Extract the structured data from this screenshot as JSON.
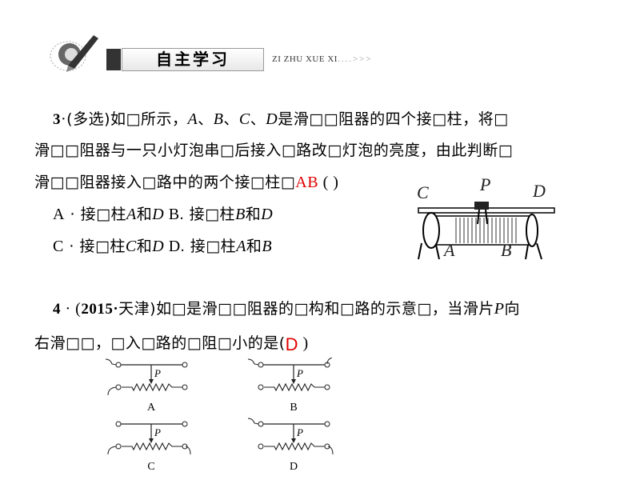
{
  "header": {
    "title": "自主学习",
    "subtitle": "ZI ZHU XUE XI",
    "trail": "....>>>"
  },
  "q3": {
    "lines": [
      [
        {
          "t": "3",
          "b": 1
        },
        {
          "t": "·",
          "l": 1
        },
        {
          "t": "(多选)如□所示，",
          "l": 0
        },
        {
          "t": "A",
          "i": 1
        },
        {
          "t": "、"
        },
        {
          "t": "B",
          "i": 1
        },
        {
          "t": "、"
        },
        {
          "t": "C",
          "i": 1
        },
        {
          "t": "、"
        },
        {
          "t": "D",
          "i": 1
        },
        {
          "t": "是滑□□阻器的四个接□柱，将□"
        }
      ],
      [
        {
          "t": "滑□□阻器与一只小灯泡串□后接入□路改□灯泡的亮度，由此判断□"
        }
      ],
      [
        {
          "t": "滑□□阻器接入□路中的两个接□柱□"
        },
        {
          "t": "AB",
          "r": 1
        },
        {
          "t": " (         )",
          "l": 1
        }
      ]
    ],
    "options": [
      [
        {
          "t": "A",
          "l": 1
        },
        {
          "t": " · 接□柱",
          "l": 0
        },
        {
          "t": "A",
          "i": 1
        },
        {
          "t": "和"
        },
        {
          "t": "D",
          "i": 1
        },
        {
          "t": "  B.",
          "l": 1
        },
        {
          "t": "  接□柱"
        },
        {
          "t": "B",
          "i": 1
        },
        {
          "t": "和"
        },
        {
          "t": "D",
          "i": 1
        }
      ],
      [
        {
          "t": "C",
          "l": 1
        },
        {
          "t": " · 接□柱"
        },
        {
          "t": "C",
          "i": 1
        },
        {
          "t": "和"
        },
        {
          "t": "D",
          "i": 1
        },
        {
          "t": "  D.",
          "l": 1
        },
        {
          "t": "  接□柱"
        },
        {
          "t": "A",
          "i": 1
        },
        {
          "t": "和"
        },
        {
          "t": "B",
          "i": 1
        }
      ]
    ],
    "figure_labels": {
      "c": "C",
      "p": "P",
      "d": "D",
      "a": "A",
      "b": "B"
    }
  },
  "q4": {
    "lines": [
      [
        {
          "t": "4",
          "b": 1
        },
        {
          "t": " · (",
          "l": 1
        },
        {
          "t": "2015·",
          "b": 1
        },
        {
          "t": "天津)如□是滑□□阻器的□构和□路的示意□，当滑片"
        },
        {
          "t": "P",
          "i": 1
        },
        {
          "t": "向"
        }
      ],
      [
        {
          "t": "右滑□□，□入□路的□阻□小的是("
        },
        {
          "t": "D",
          "rb": 1
        },
        {
          "t": " )",
          "l": 1
        }
      ]
    ],
    "diagrams": [
      {
        "label": "A",
        "slider": "P"
      },
      {
        "label": "B",
        "slider": "P"
      },
      {
        "label": "C",
        "slider": "P"
      },
      {
        "label": "D",
        "slider": "P"
      }
    ]
  }
}
